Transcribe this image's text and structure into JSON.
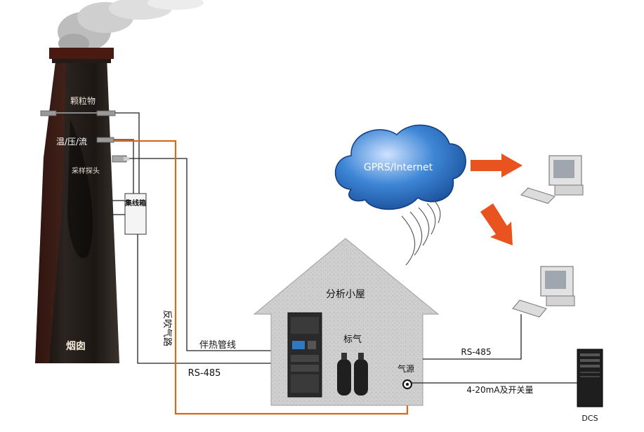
{
  "chimney": {
    "label": "烟囱",
    "sensors": {
      "particulate": "颗粒物",
      "temp_pressure_flow": "温/压/流",
      "sampling_probe": "采样探头"
    },
    "junction_box": "集线箱"
  },
  "analysis_house": {
    "title": "分析小屋",
    "calibration_gas": "标气",
    "air_source": "气源"
  },
  "network": {
    "cloud_label": "GPRS/Internet"
  },
  "links": {
    "heated_line": "伴热管线",
    "rs485_left": "RS-485",
    "backflush_line": "反吹气路",
    "rs485_right": "RS-485",
    "analog_io": "4-20mA及开关量"
  },
  "devices": {
    "dcs_label": "DCS"
  },
  "colors": {
    "chimney_dark": "#1a1512",
    "chimney_rim": "#5a1e12",
    "backflush_line": "#d2691e",
    "cloud": "#1f5fb0",
    "arrow": "#e8531f",
    "house": "#c9c9c9"
  }
}
